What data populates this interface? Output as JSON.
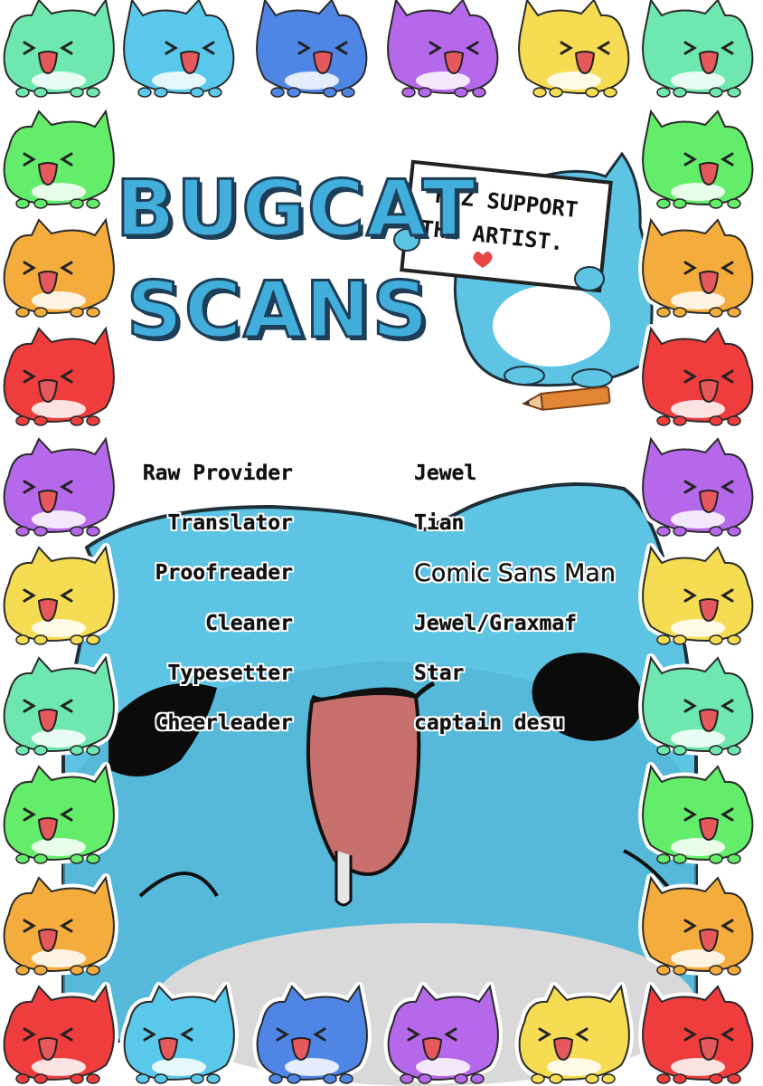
{
  "title": {
    "line1": "BUGCAT",
    "line2": "SCANS"
  },
  "sign": {
    "line1": "PLZ SUPPORT",
    "line2": "THE ARTIST."
  },
  "credits": [
    {
      "role": "Raw Provider",
      "name": "Jewel"
    },
    {
      "role": "Translator",
      "name": "Tian"
    },
    {
      "role": "Proofreader",
      "name": "Comic Sans Man"
    },
    {
      "role": "Cleaner",
      "name": "Jewel/Graxmaf"
    },
    {
      "role": "Typesetter",
      "name": "Star"
    },
    {
      "role": "Cheerleader",
      "name": "captain desu"
    }
  ],
  "colors": {
    "bugcat_blue": "#5cc3e2",
    "title_fill": "#42aedb",
    "outline": "#1e3e58",
    "border_cats": [
      "#6fe8b0",
      "#5ac8ea",
      "#4f86e6",
      "#b568ea",
      "#f5dc52",
      "#64ed6a",
      "#f4ac3c",
      "#ef3d3d"
    ]
  },
  "icons": [
    "bugcat-sticker",
    "bugcat-holding-sign",
    "pencil-icon",
    "heart-icon",
    "bugcat-face-background"
  ]
}
